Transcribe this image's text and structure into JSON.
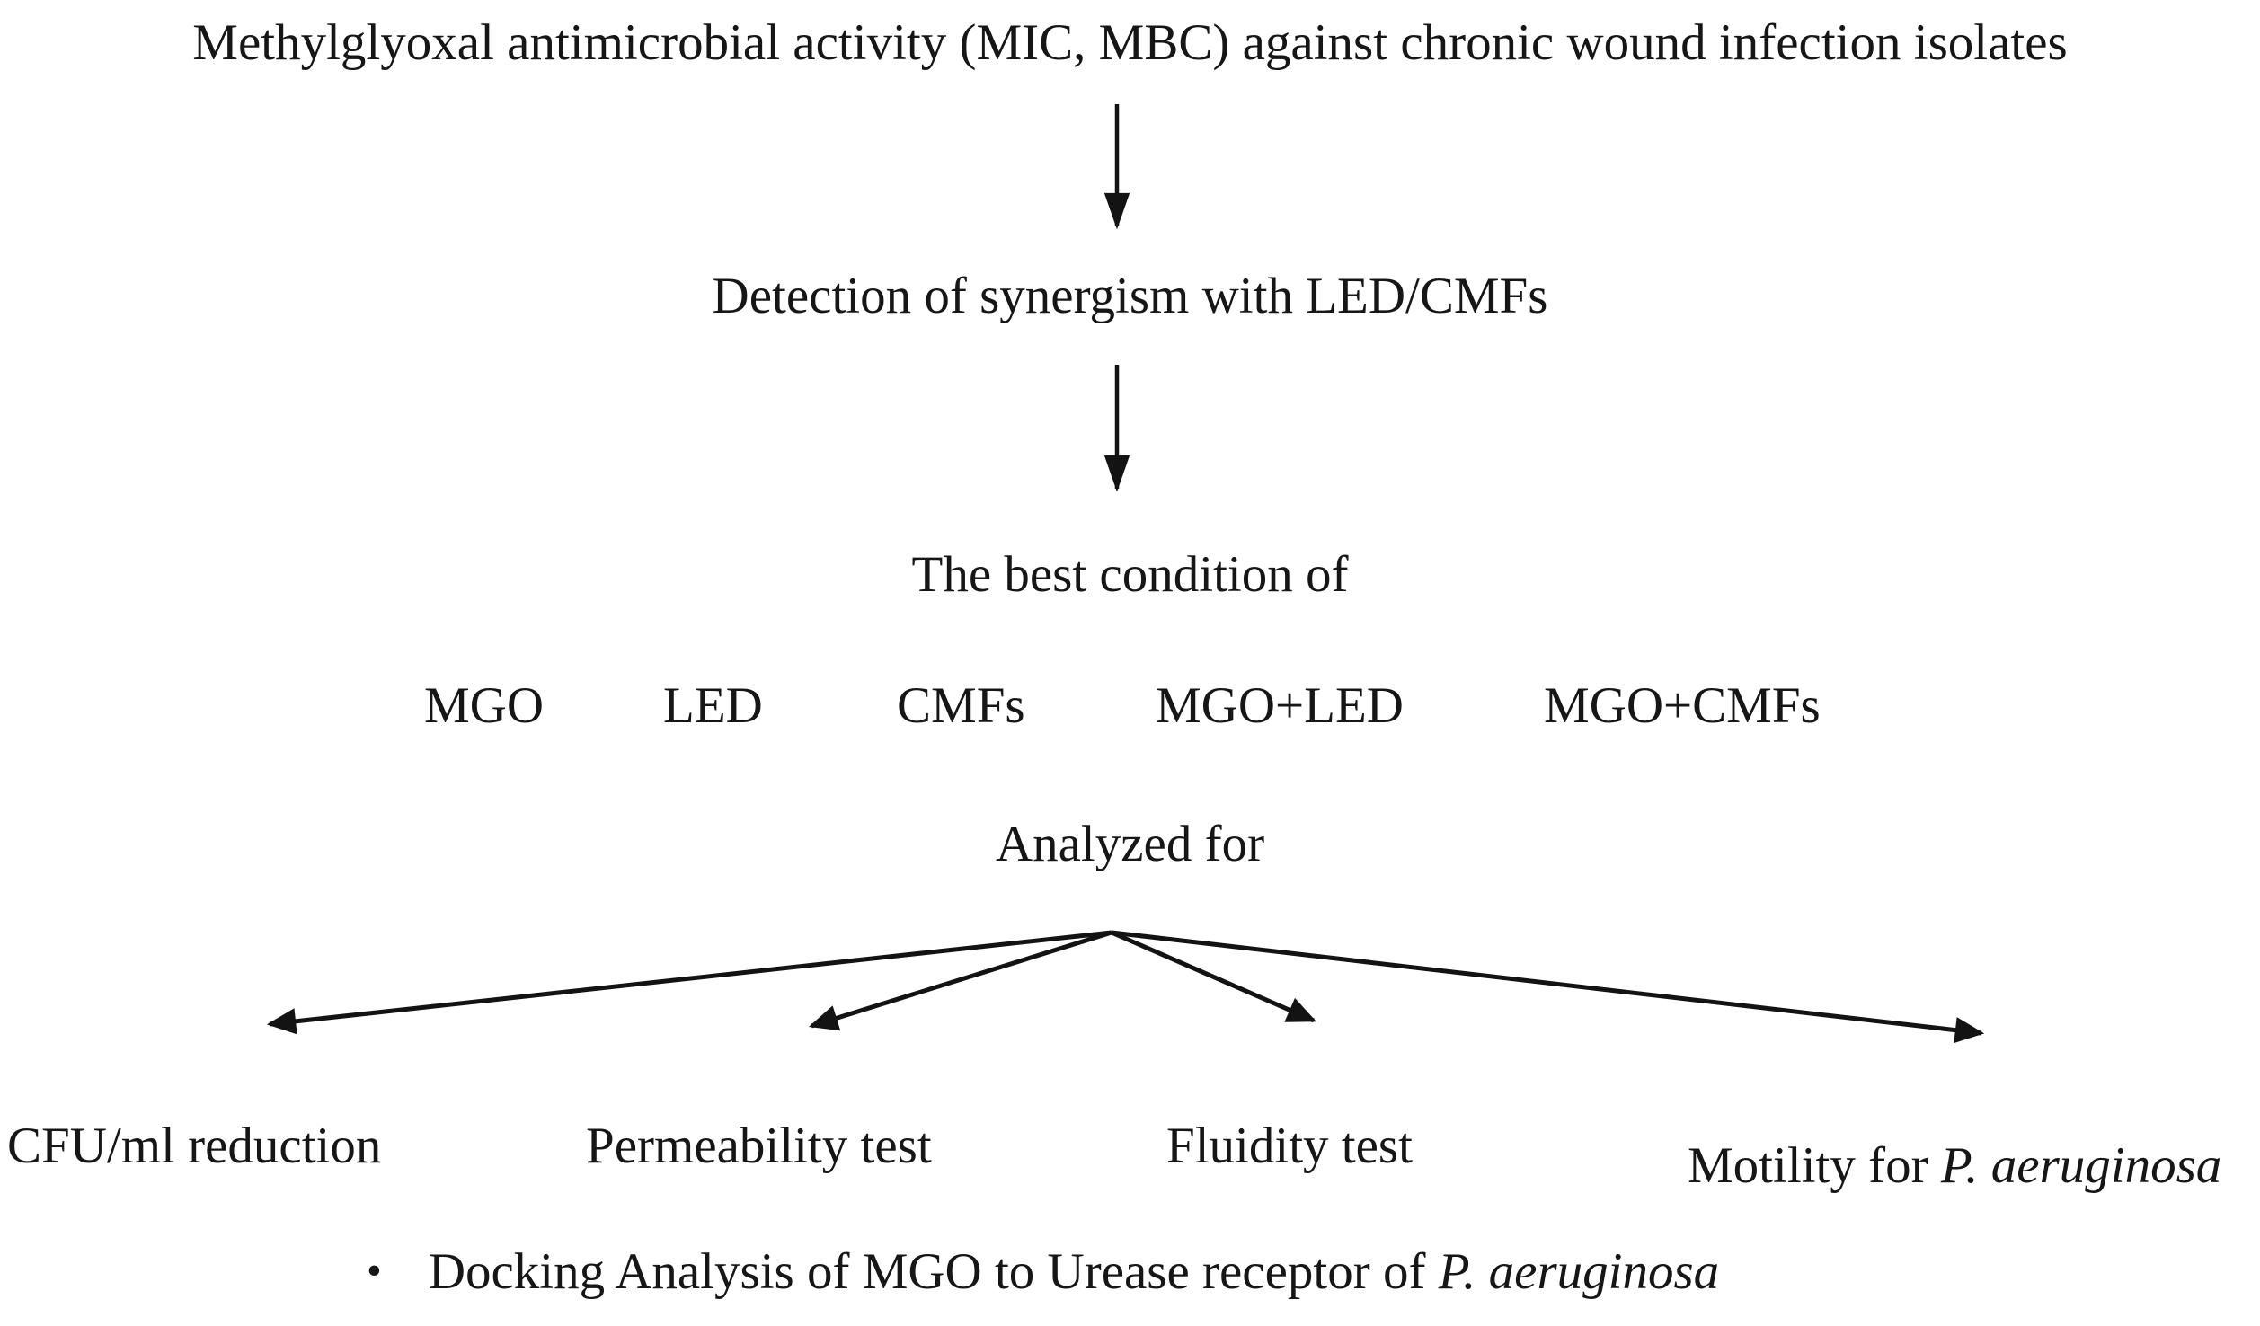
{
  "diagram": {
    "title": "Methylglyoxal antimicrobial activity (MIC, MBC) against chronic wound infection isolates",
    "step_synergism": "Detection of synergism with LED/CMFs",
    "step_best_condition": "The best condition of",
    "conditions": [
      "MGO",
      "LED",
      "CMFs",
      "MGO+LED",
      "MGO+CMFs"
    ],
    "analyzed_for": "Analyzed for",
    "outcomes": {
      "cfu": "CFU/ml reduction",
      "permeability": "Permeability test",
      "fluidity": "Fluidity test",
      "motility_prefix": "Motility for ",
      "motility_species": "P. aeruginosa"
    },
    "bullet": {
      "marker": "•",
      "text_prefix": "Docking Analysis of MGO to Urease receptor of ",
      "text_species": "P. aeruginosa"
    }
  }
}
